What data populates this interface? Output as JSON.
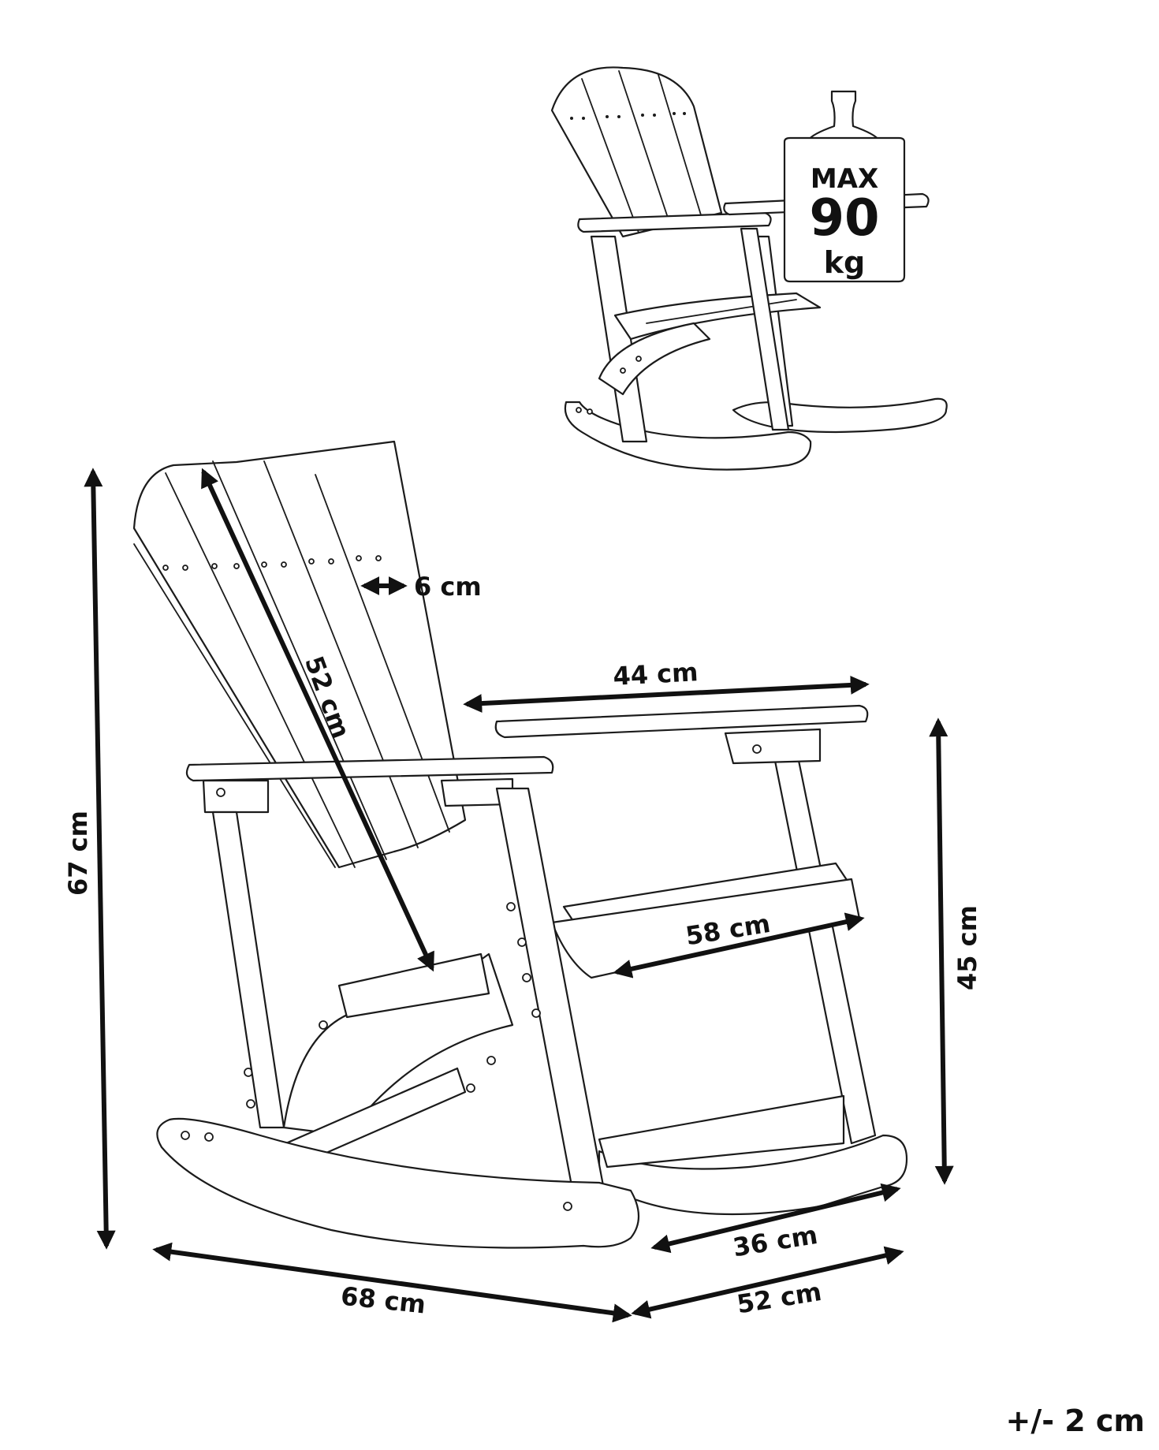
{
  "dimensions": {
    "height": "67 cm",
    "back_length": "52 cm",
    "slat_width": "6 cm",
    "armrest_length": "44 cm",
    "seat_height": "45 cm",
    "seat_width": "58 cm",
    "inner_width": "36 cm",
    "depth": "68 cm",
    "outer_width": "52 cm"
  },
  "weight_limit": {
    "max_label": "MAX",
    "value": "90",
    "unit": "kg"
  },
  "tolerance": "+/- 2 cm"
}
